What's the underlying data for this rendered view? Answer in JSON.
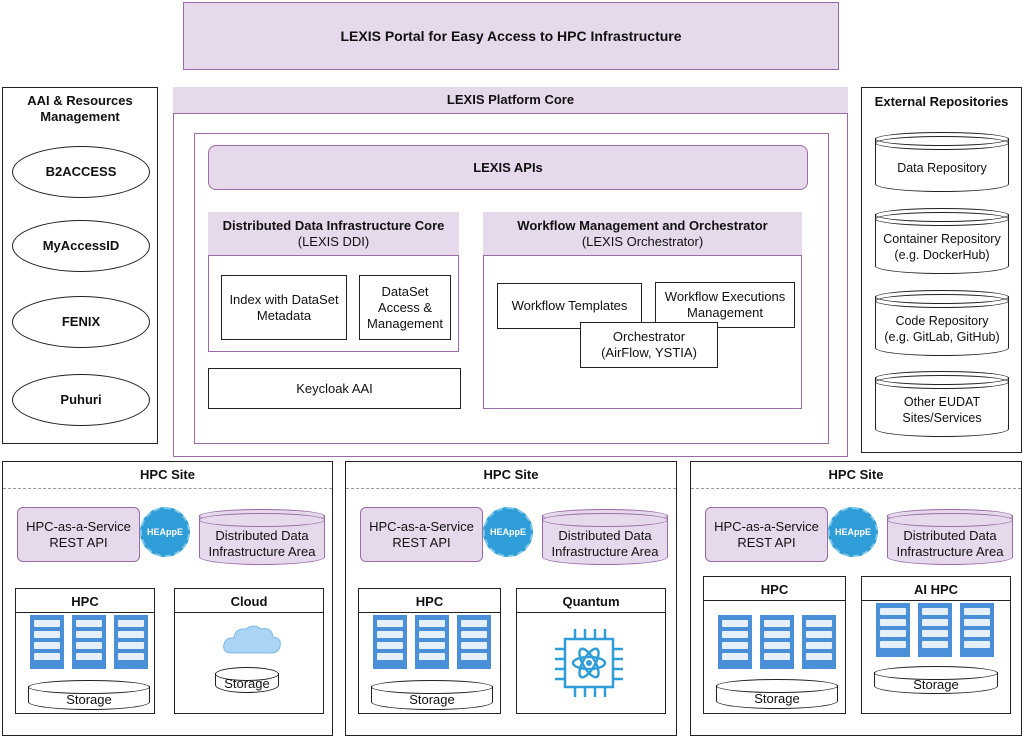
{
  "portal": {
    "title": "LEXIS Portal for Easy Access to HPC Infrastructure"
  },
  "aai": {
    "title": "AAI & Resources Management",
    "providers": [
      "B2ACCESS",
      "MyAccessID",
      "FENIX",
      "Puhuri"
    ]
  },
  "core": {
    "title": "LEXIS Platform Core",
    "apis": "LEXIS APIs",
    "ddi": {
      "title": "Distributed Data Infrastructure Core",
      "subtitle": "(LEXIS DDI)",
      "index": "Index with DataSet Metadata",
      "dataset": "DataSet Access & Management"
    },
    "keycloak": "Keycloak AAI",
    "orch": {
      "title": "Workflow Management and Orchestrator",
      "subtitle": "(LEXIS Orchestrator)",
      "templates": "Workflow Templates",
      "executions": "Workflow Executions Management",
      "orchestrator": "Orchestrator",
      "orchestrator_tools": "(AirFlow, YSTIA)"
    }
  },
  "external": {
    "title": "External Repositories",
    "repos": [
      {
        "name": "Data Repository",
        "detail": ""
      },
      {
        "name": "Container Repository",
        "detail": "(e.g. DockerHub)"
      },
      {
        "name": "Code Repository",
        "detail": "(e.g. GitLab, GitHub)"
      },
      {
        "name": "Other EUDAT",
        "detail": "Sites/Services"
      }
    ]
  },
  "sites": [
    {
      "title": "HPC Site",
      "service": "HPC-as-a-Service REST API",
      "badge": "HEAppE",
      "ddi_area": "Distributed Data Infrastructure Area",
      "left": {
        "title": "HPC",
        "storage": "Storage"
      },
      "right": {
        "title": "Cloud",
        "storage": "Storage"
      }
    },
    {
      "title": "HPC Site",
      "service": "HPC-as-a-Service REST API",
      "badge": "HEAppE",
      "ddi_area": "Distributed Data Infrastructure Area",
      "left": {
        "title": "HPC",
        "storage": "Storage"
      },
      "right": {
        "title": "Quantum",
        "storage": ""
      }
    },
    {
      "title": "HPC Site",
      "service": "HPC-as-a-Service REST API",
      "badge": "HEAppE",
      "ddi_area": "Distributed Data Infrastructure Area",
      "left": {
        "title": "HPC",
        "storage": "Storage"
      },
      "right": {
        "title": "AI HPC",
        "storage": "Storage"
      }
    }
  ],
  "colors": {
    "purple_fill": "#e7d9ec",
    "purple_line": "#9b6aa9",
    "server_blue": "#4a90d9",
    "heappe_blue": "#2f9ed8"
  }
}
